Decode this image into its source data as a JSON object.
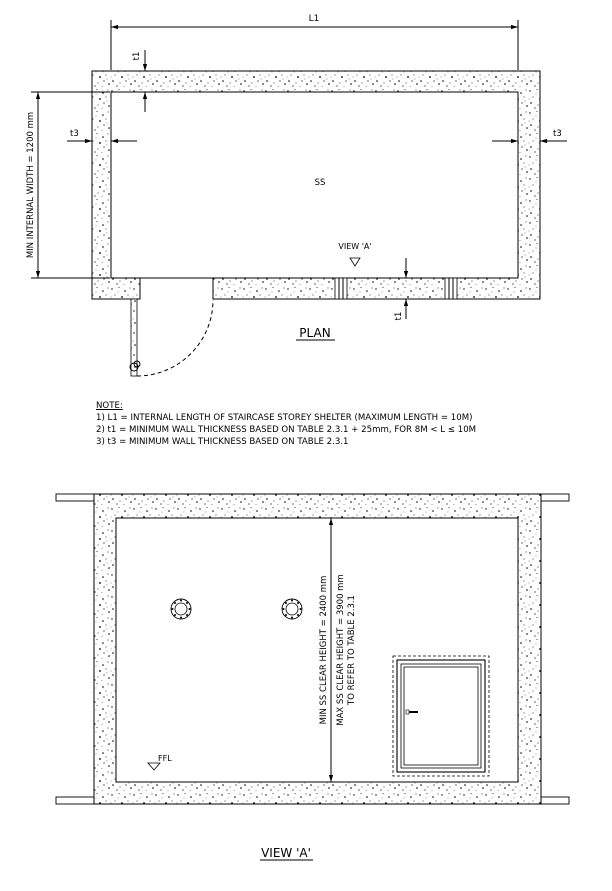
{
  "plan": {
    "dim_l1": "L1",
    "dim_t1_top": "t1",
    "dim_t1_bottom": "t1",
    "dim_t3_left": "t3",
    "dim_t3_right": "t3",
    "min_internal_width": "MIN INTERNAL WIDTH = 1200 mm",
    "room_label": "SS",
    "view_marker": "VIEW 'A'",
    "title": "PLAN"
  },
  "notes": {
    "heading": "NOTE:",
    "items": [
      "1) L1 = INTERNAL LENGTH OF STAIRCASE STOREY SHELTER (MAXIMUM LENGTH = 10M)",
      "2) t1 = MINIMUM WALL THICKNESS BASED ON TABLE 2.3.1 + 25mm, FOR 8M < L ≤ 10M",
      "3) t3 = MINIMUM WALL THICKNESS BASED ON TABLE 2.3.1"
    ]
  },
  "elevation": {
    "min_height": "MIN SS CLEAR HEIGHT = 2400 mm",
    "max_height": "MAX SS CLEAR HEIGHT = 3900 mm",
    "refer": "TO REFER TO TABLE 2.3.1",
    "ffl": "FFL",
    "title": "VIEW 'A'"
  }
}
